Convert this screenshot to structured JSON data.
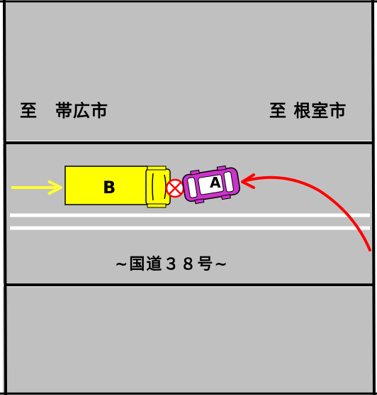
{
  "labels": {
    "left_direction": "至　帯広市",
    "right_direction": "至 根室市",
    "road_name": "~国道３８号~"
  },
  "vehicles": {
    "b": {
      "label": "B",
      "color": "#ffff00"
    },
    "a": {
      "label": "A",
      "color": "#cc33cc"
    }
  },
  "colors": {
    "ground": "#c0c0c0",
    "border": "#000000",
    "lane_line": "#ffffff",
    "vehicle_b_arrow": "#ffff33",
    "vehicle_a_path": "#ff0000",
    "impact_marker": "#ff0000"
  }
}
